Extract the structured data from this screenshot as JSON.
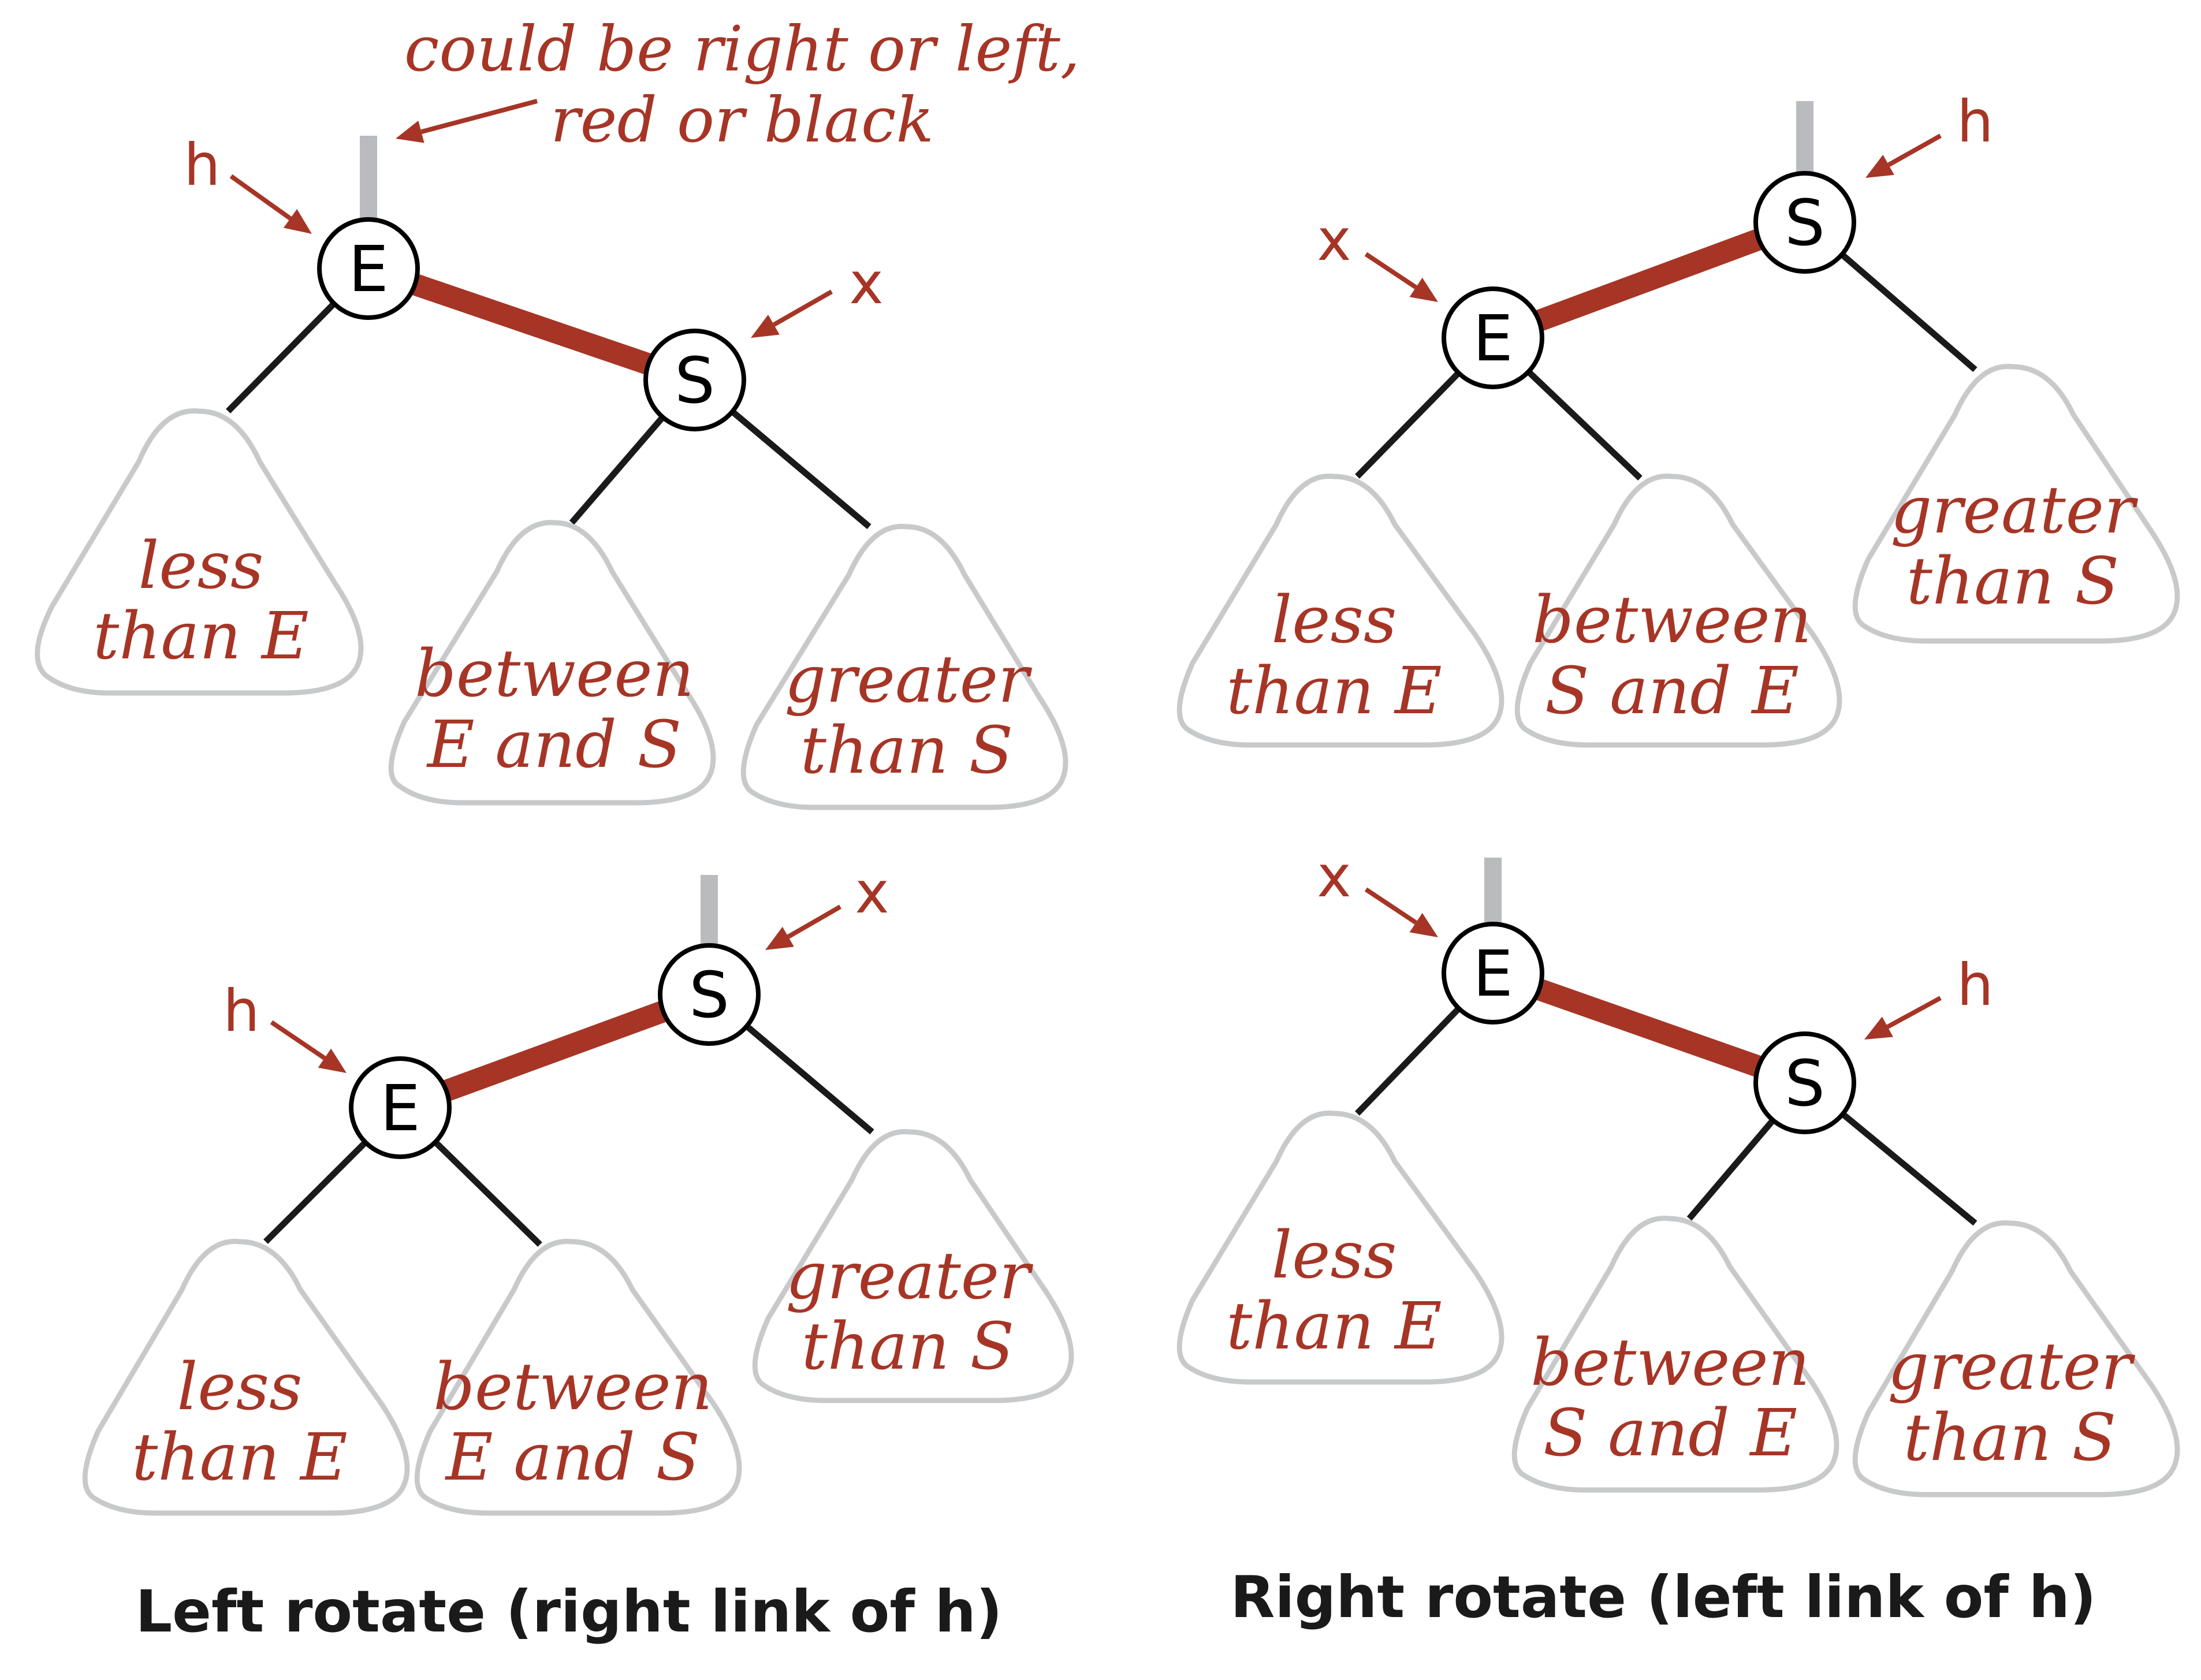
{
  "colors": {
    "red_link": "#a63526",
    "label": "#a63526",
    "black_link": "#1a1a1a",
    "parent_link": "#b9bbbe",
    "subtree_outline": "#c8c9cb",
    "node_fill": "#ffffff",
    "node_stroke": "#000000"
  },
  "annotation": {
    "line1": "could be right or left,",
    "line2": "red or black"
  },
  "nodes": {
    "e": "E",
    "s": "S"
  },
  "pointers": {
    "h": "h",
    "x": "x"
  },
  "subtrees": {
    "less_than_e": [
      "less",
      "than E"
    ],
    "between_e_s": [
      "between",
      "E and S"
    ],
    "between_s_e": [
      "between",
      "S and E"
    ],
    "greater_than_s": [
      "greater",
      "than S"
    ]
  },
  "captions": {
    "left": "Left rotate (right link of h)",
    "right": "Right rotate (left link of h)"
  }
}
